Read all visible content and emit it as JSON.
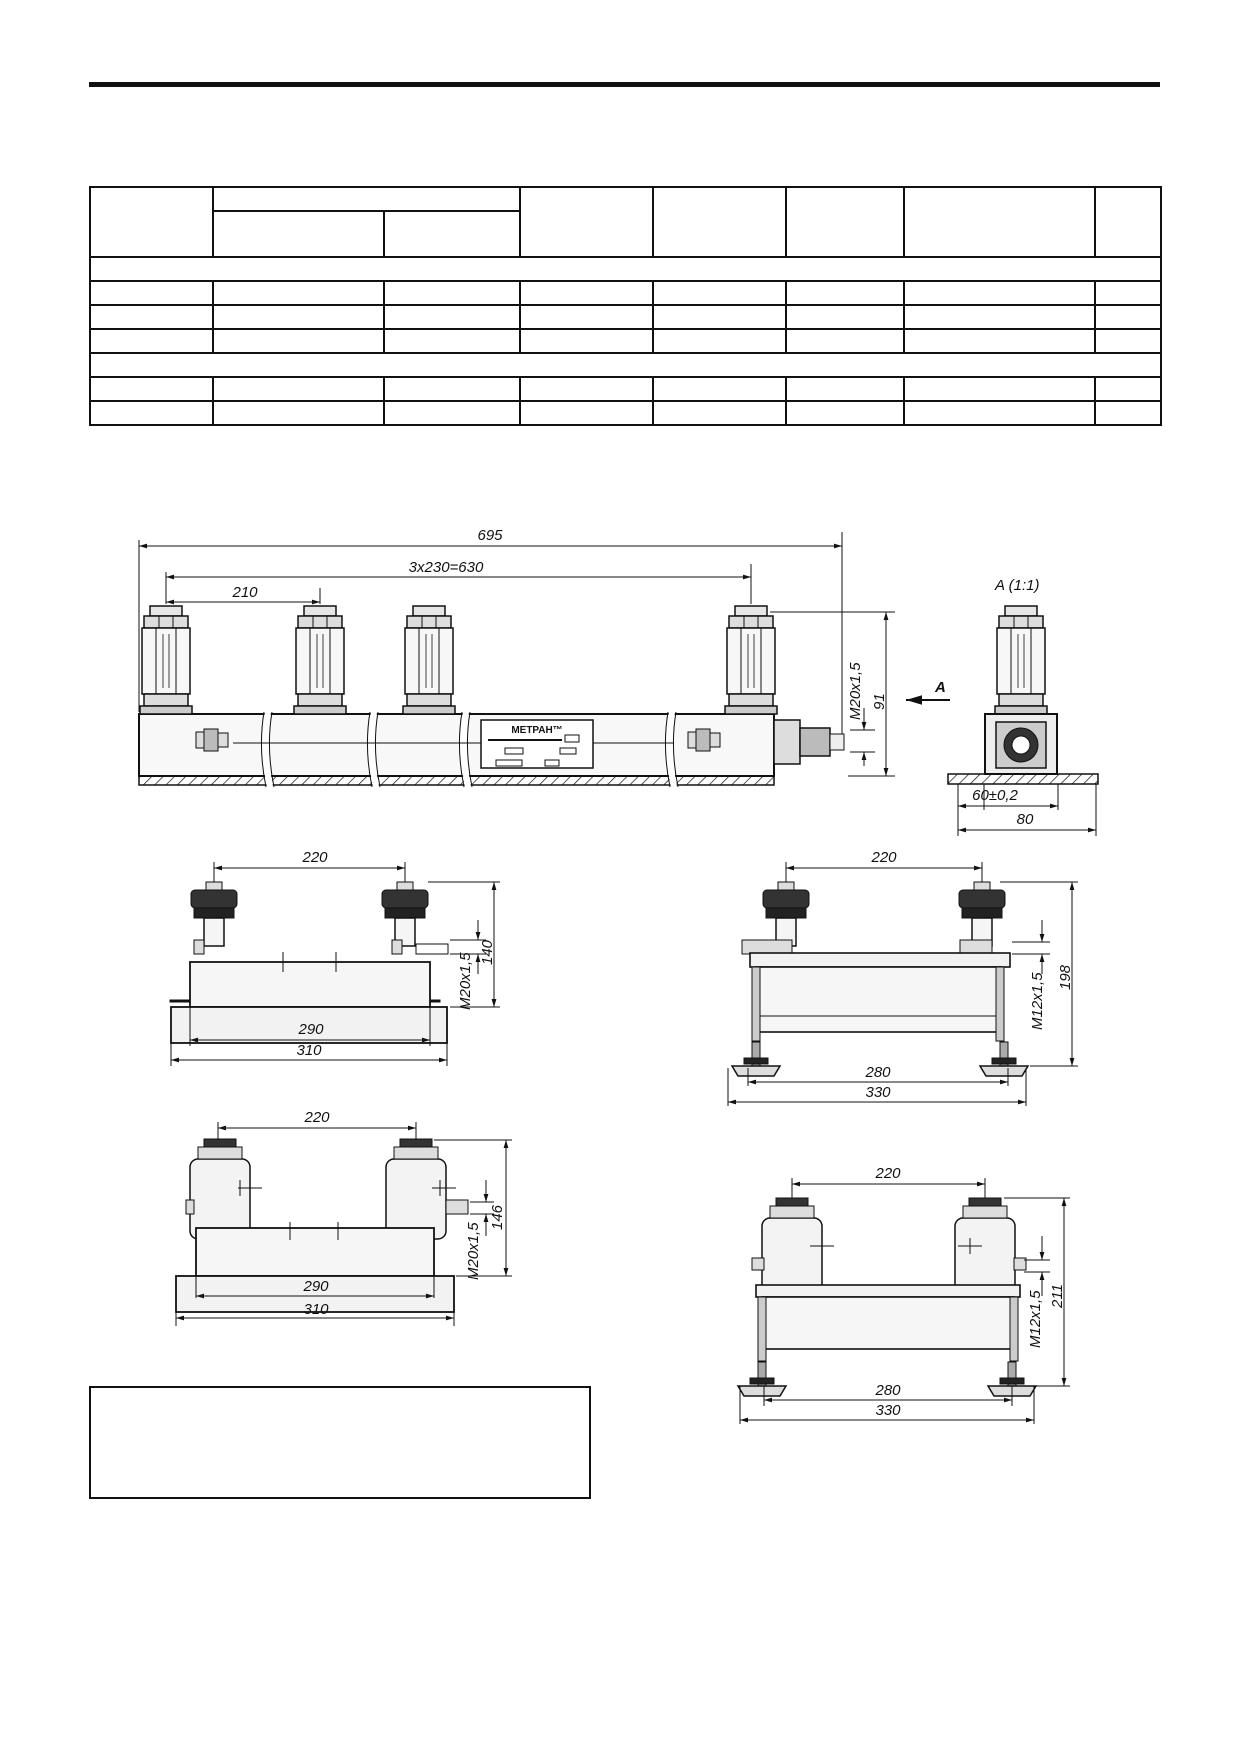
{
  "dims": {
    "top_overall": "695",
    "top_pitch": "3x230=630",
    "top_first": "210",
    "top_thread": "M20x1,5",
    "top_height": "91",
    "view_arrow": "A",
    "view_title": "A (1:1)",
    "view_inner": "60±0,2",
    "view_outer": "80",
    "plate_brand": "МЕТРАН™",
    "v1_top": "220",
    "v1_thread": "M20x1,5",
    "v1_height": "140",
    "v1_inner": "290",
    "v1_outer": "310",
    "v2_top": "220",
    "v2_thread": "M12x1,5",
    "v2_height": "198",
    "v2_inner": "280",
    "v2_outer": "330",
    "v3_top": "220",
    "v3_thread": "M20x1,5",
    "v3_height": "146",
    "v3_inner": "290",
    "v3_outer": "310",
    "v4_top": "220",
    "v4_thread": "M12x1,5",
    "v4_height": "211",
    "v4_inner": "280",
    "v4_outer": "330"
  },
  "colors": {
    "ink": "#111111",
    "paper": "#ffffff",
    "fill_light": "#f2f2f2",
    "fill_mid": "#d9d9d9"
  }
}
